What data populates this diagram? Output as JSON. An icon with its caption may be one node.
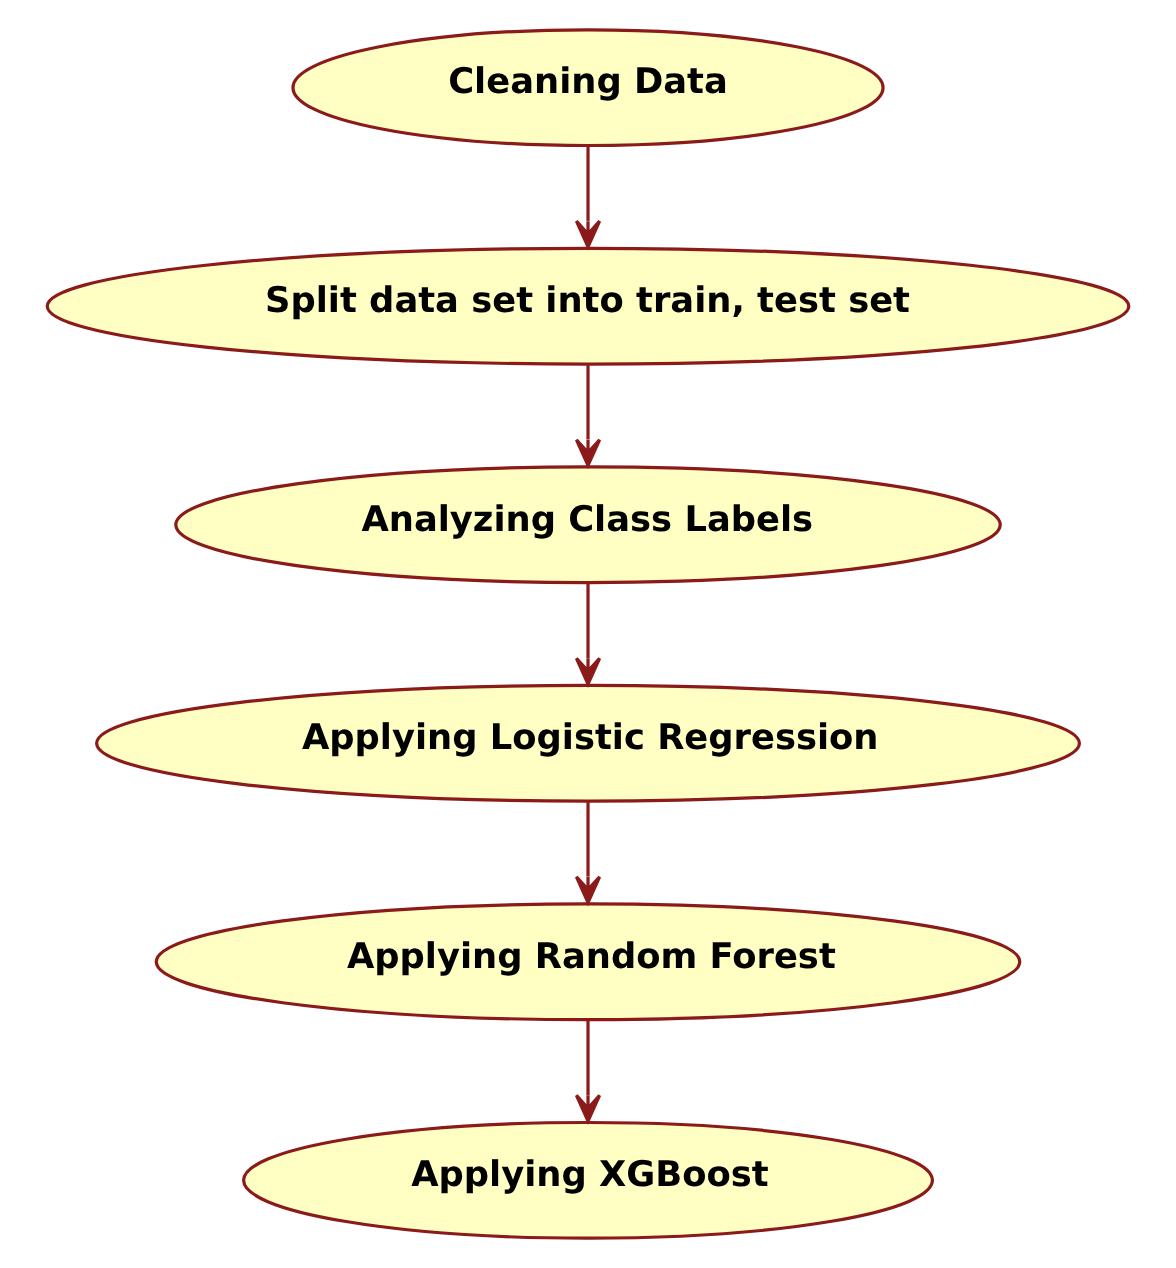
{
  "diagram": {
    "nodes": [
      {
        "text": [
          "Cleaning Data"
        ]
      },
      {
        "text": [
          "Split data set into train, test set"
        ]
      },
      {
        "text": [
          "Analyzing Class Labels"
        ]
      },
      {
        "text": [
          "Applying Logistic Regression"
        ]
      },
      {
        "text": [
          "Applying Random Forest"
        ]
      },
      {
        "text": [
          "Applying XGBoost"
        ]
      }
    ],
    "edges": [
      {
        "from": 0,
        "to": 1,
        "arrow": "to"
      },
      {
        "from": 1,
        "to": 2,
        "arrow": "to"
      },
      {
        "from": 2,
        "to": 3,
        "arrow": "to"
      },
      {
        "from": 3,
        "to": 4,
        "arrow": "to"
      },
      {
        "from": 4,
        "to": 5,
        "arrow": "to"
      }
    ]
  }
}
